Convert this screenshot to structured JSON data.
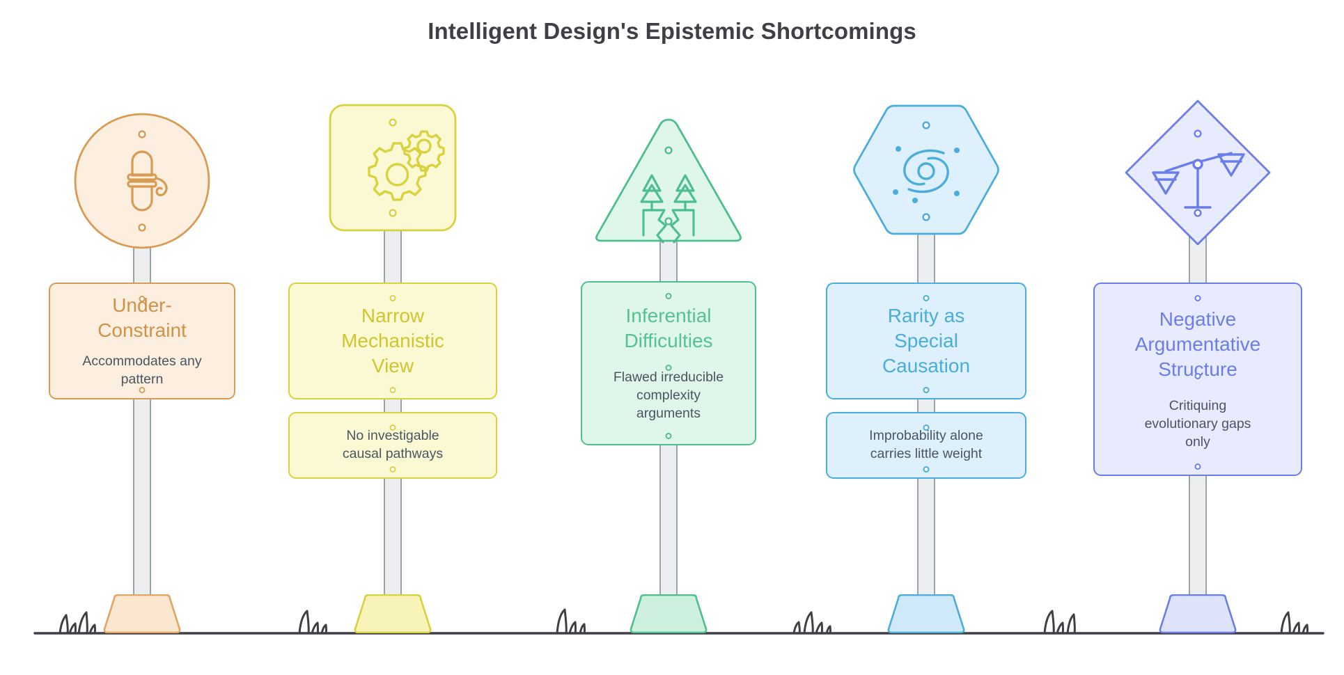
{
  "title": "Intelligent Design's Epistemic Shortcomings",
  "diagram": {
    "type": "signpost-infographic",
    "count": 5,
    "ground_label": "ground-line-with-grass",
    "signs": [
      {
        "id": "under-constraint",
        "shape": "circle",
        "icon": "rope-knot-icon",
        "title": "Under-\nConstraint",
        "title_lines": [
          "Under-",
          "Constraint"
        ],
        "subtitle": "Accommodates any pattern",
        "subtitle_lines": [
          "Accommodates any",
          "pattern"
        ],
        "split_panels": false,
        "color_stroke": "#d99a52",
        "color_fill": "#fcefe0",
        "color_title_text": "#d19147",
        "color_sub_text": "#7a6a5a",
        "base_fill": "#fbe6cf",
        "base_stroke": "#e0a463"
      },
      {
        "id": "narrow-mechanistic-view",
        "shape": "rounded-square",
        "icon": "gears-icon",
        "title": "Narrow Mechanistic View",
        "title_lines": [
          "Narrow",
          "Mechanistic",
          "View"
        ],
        "subtitle": "No investigable causal pathways",
        "subtitle_lines": [
          "No investigable",
          "causal pathways"
        ],
        "split_panels": true,
        "color_stroke": "#d9d23f",
        "color_fill": "#fbf8d4",
        "color_title_text": "#cfc62f",
        "color_sub_text": "#77763f",
        "base_fill": "#f7f3b9",
        "base_stroke": "#d9d23f"
      },
      {
        "id": "inferential-difficulties",
        "shape": "triangle",
        "icon": "broken-trees-crack-icon",
        "title": "Inferential Difficulties",
        "title_lines": [
          "Inferential",
          "Difficulties"
        ],
        "subtitle": "Flawed irreducible complexity arguments",
        "subtitle_lines": [
          "Flawed irreducible",
          "complexity",
          "arguments"
        ],
        "split_panels": false,
        "color_stroke": "#4dbf8e",
        "color_fill": "#def7ea",
        "color_title_text": "#56c191",
        "color_sub_text": "#4a7a66",
        "base_fill": "#cdf0de",
        "base_stroke": "#4dbf8e"
      },
      {
        "id": "rarity-as-special-causation",
        "shape": "hexagon",
        "icon": "galaxy-spiral-icon",
        "title": "Rarity as Special Causation",
        "title_lines": [
          "Rarity as",
          "Special",
          "Causation"
        ],
        "subtitle": "Improbability alone carries little weight",
        "subtitle_lines": [
          "Improbability alone",
          "carries little weight"
        ],
        "split_panels": true,
        "color_stroke": "#4aaddb",
        "color_fill": "#ddf0fb",
        "color_title_text": "#4aadda",
        "color_sub_text": "#51707f",
        "base_fill": "#cfe9f8",
        "base_stroke": "#4aaddb"
      },
      {
        "id": "negative-argumentative-structure",
        "shape": "diamond",
        "icon": "scales-balance-icon",
        "title": "Negative Argumentative Structure",
        "title_lines": [
          "Negative",
          "Argumentative",
          "Structure"
        ],
        "subtitle": "Critiquing evolutionary gaps only",
        "subtitle_lines": [
          "Critiquing",
          "evolutionary gaps",
          "only"
        ],
        "split_panels": false,
        "color_stroke": "#6b7ee8",
        "color_fill": "#e7ebfd",
        "color_title_text": "#6b7ee8",
        "color_sub_text": "#5c6580",
        "base_fill": "#dde3fb",
        "base_stroke": "#6b7ee8"
      }
    ]
  }
}
